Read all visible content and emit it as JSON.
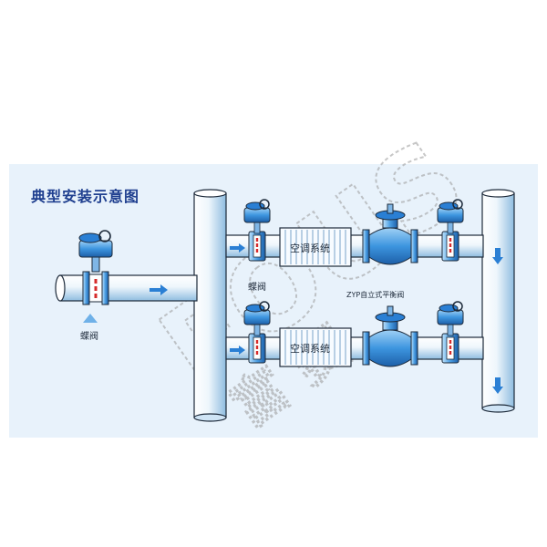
{
  "title": "典型安装示意图",
  "labels": {
    "butterfly_valve_main": "蝶阀",
    "butterfly_valve_branch": "蝶阀",
    "ac_system_top": "空调系统",
    "ac_system_bottom": "空调系统",
    "balance_valve": "ZYP自立式平衡阀"
  },
  "watermark": "FOUS 富赛",
  "colors": {
    "pipe_light": "#ffffff",
    "pipe_dark": "#9fc7e6",
    "valve_blue": "#2a7fd4",
    "outline": "#1d2a3a",
    "panel_bg": "#e8f2fb",
    "accent_red": "#d62b2b",
    "title": "#1f3f8f"
  },
  "icons": [
    "butterfly-valve-icon",
    "flow-arrow-icon",
    "balance-valve-icon",
    "ac-coil-icon"
  ]
}
